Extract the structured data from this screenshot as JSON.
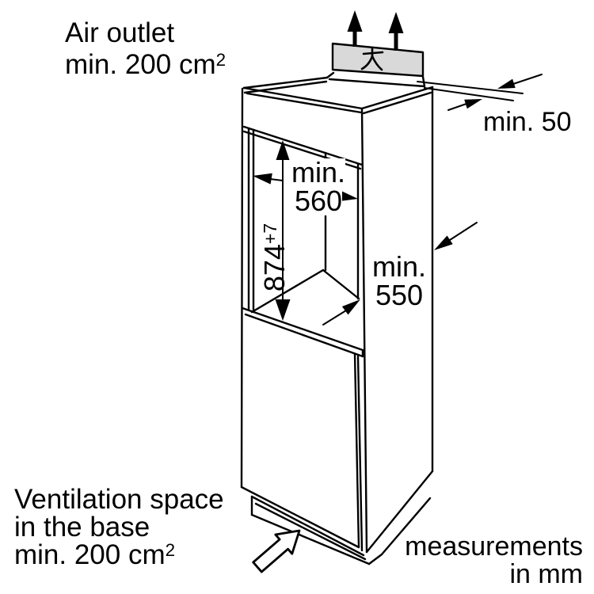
{
  "figure": "built-in appliance niche installation drawing",
  "labels": {
    "air_outlet": {
      "line1": "Air outlet",
      "line2": "min. 200 cm",
      "line2_sup": "2"
    },
    "min_50": {
      "text": "min. 50"
    },
    "min_560": {
      "line1": "min.",
      "line2": "560"
    },
    "height_874": {
      "base": "874",
      "sup": "+7"
    },
    "min_550": {
      "line1": "min.",
      "line2": "550"
    },
    "ventilation": {
      "line1": "Ventilation space",
      "line2": "in the base",
      "line3": "min. 200 cm",
      "line3_sup": "2"
    },
    "measurements": {
      "line1": "measurements",
      "line2": "in mm"
    }
  },
  "dimensions_shown_mm": {
    "top_clearance": "min. 50",
    "niche_width": "min. 560",
    "niche_height": "874 +7",
    "niche_depth": "min. 550",
    "air_outlet_area": "min. 200 cm2",
    "base_ventilation_area": "min. 200 cm2"
  },
  "icons": {
    "airflow_up": "two solid upward arrows above top vent",
    "vent_grille": "air-outlet symbol on grey vent panel",
    "base_airflow": "hollow outline arrow pointing at plinth gap"
  },
  "colors": {
    "line": "#000000",
    "background": "#ffffff",
    "vent_panel_fill": "#d9d9d9"
  }
}
